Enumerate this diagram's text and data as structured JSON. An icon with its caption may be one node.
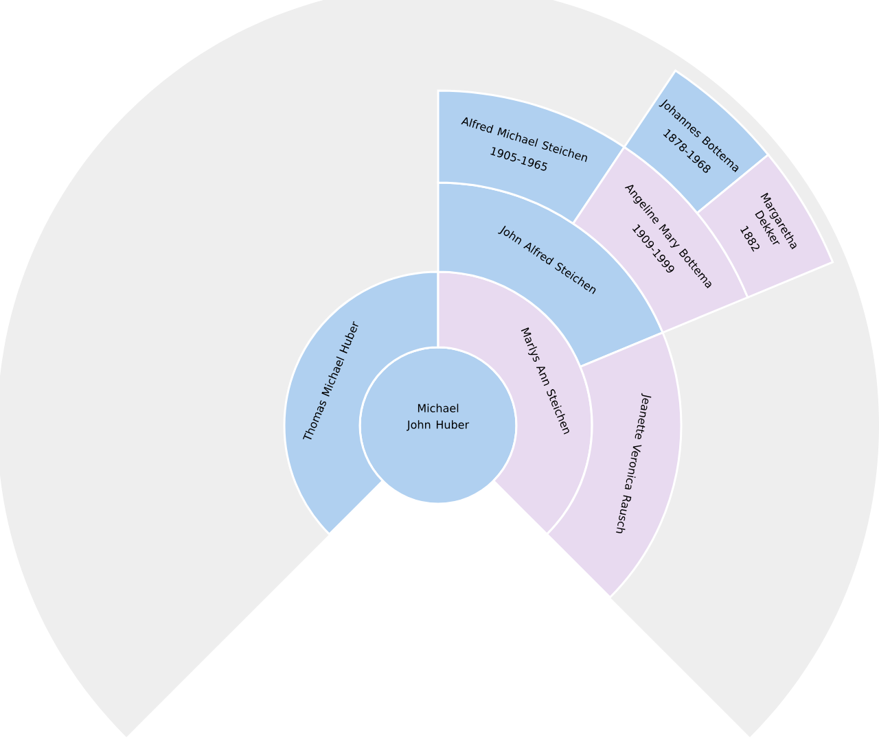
{
  "diagram": {
    "nodes": [
      {
        "text": [
          "Michael John Huber"
        ]
      },
      {
        "text": [
          "Thomas Michael Huber"
        ]
      },
      {
        "text": [
          "Marlys Ann Steichen"
        ]
      },
      {
        "text": [
          "John Alfred Steichen"
        ]
      },
      {
        "text": [
          "Jeanette Veronica Rausch"
        ]
      },
      {
        "text": [
          "Alfred Michael Steichen",
          "1905-1965"
        ]
      },
      {
        "text": [
          "Angeline Mary Bottema",
          "1909-1999"
        ]
      },
      {
        "text": [
          "Johannes Bottema",
          "1878-1968"
        ]
      },
      {
        "text": [
          "Margaretha Dekker",
          "1882"
        ]
      }
    ]
  }
}
